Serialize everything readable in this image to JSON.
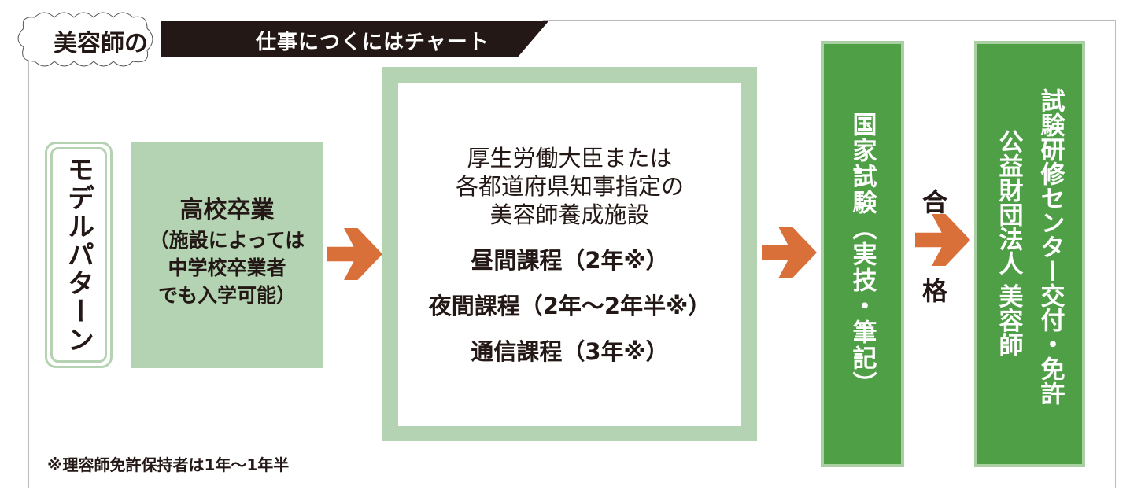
{
  "header": {
    "title_cloud": "美容師の",
    "title_banner": "仕事につくにはチャート"
  },
  "model_label": "モデルパターン",
  "high_school": {
    "title": "高校卒業",
    "lines": [
      "（施設によっては",
      "中学校卒業者",
      "でも入学可能）"
    ]
  },
  "school": {
    "lines": [
      "厚生労働大臣または",
      "各都道府県知事指定の",
      "美容師養成施設"
    ],
    "courses": [
      "昼間課程（2年※）",
      "夜間課程（2年〜2年半※）",
      "通信課程（3年※）"
    ]
  },
  "exam": "国家試験（実技・筆記）",
  "pass": [
    "合",
    "格"
  ],
  "license": {
    "line1": "公益財団法人 美容師",
    "line2": "試験研修センター交付・免許"
  },
  "footnote": "※理容師免許保持者は1年〜1年半",
  "colors": {
    "light_green": "#b3d3b2",
    "green": "#4f9f46",
    "arrow": "#d9703a",
    "banner": "#231815"
  }
}
